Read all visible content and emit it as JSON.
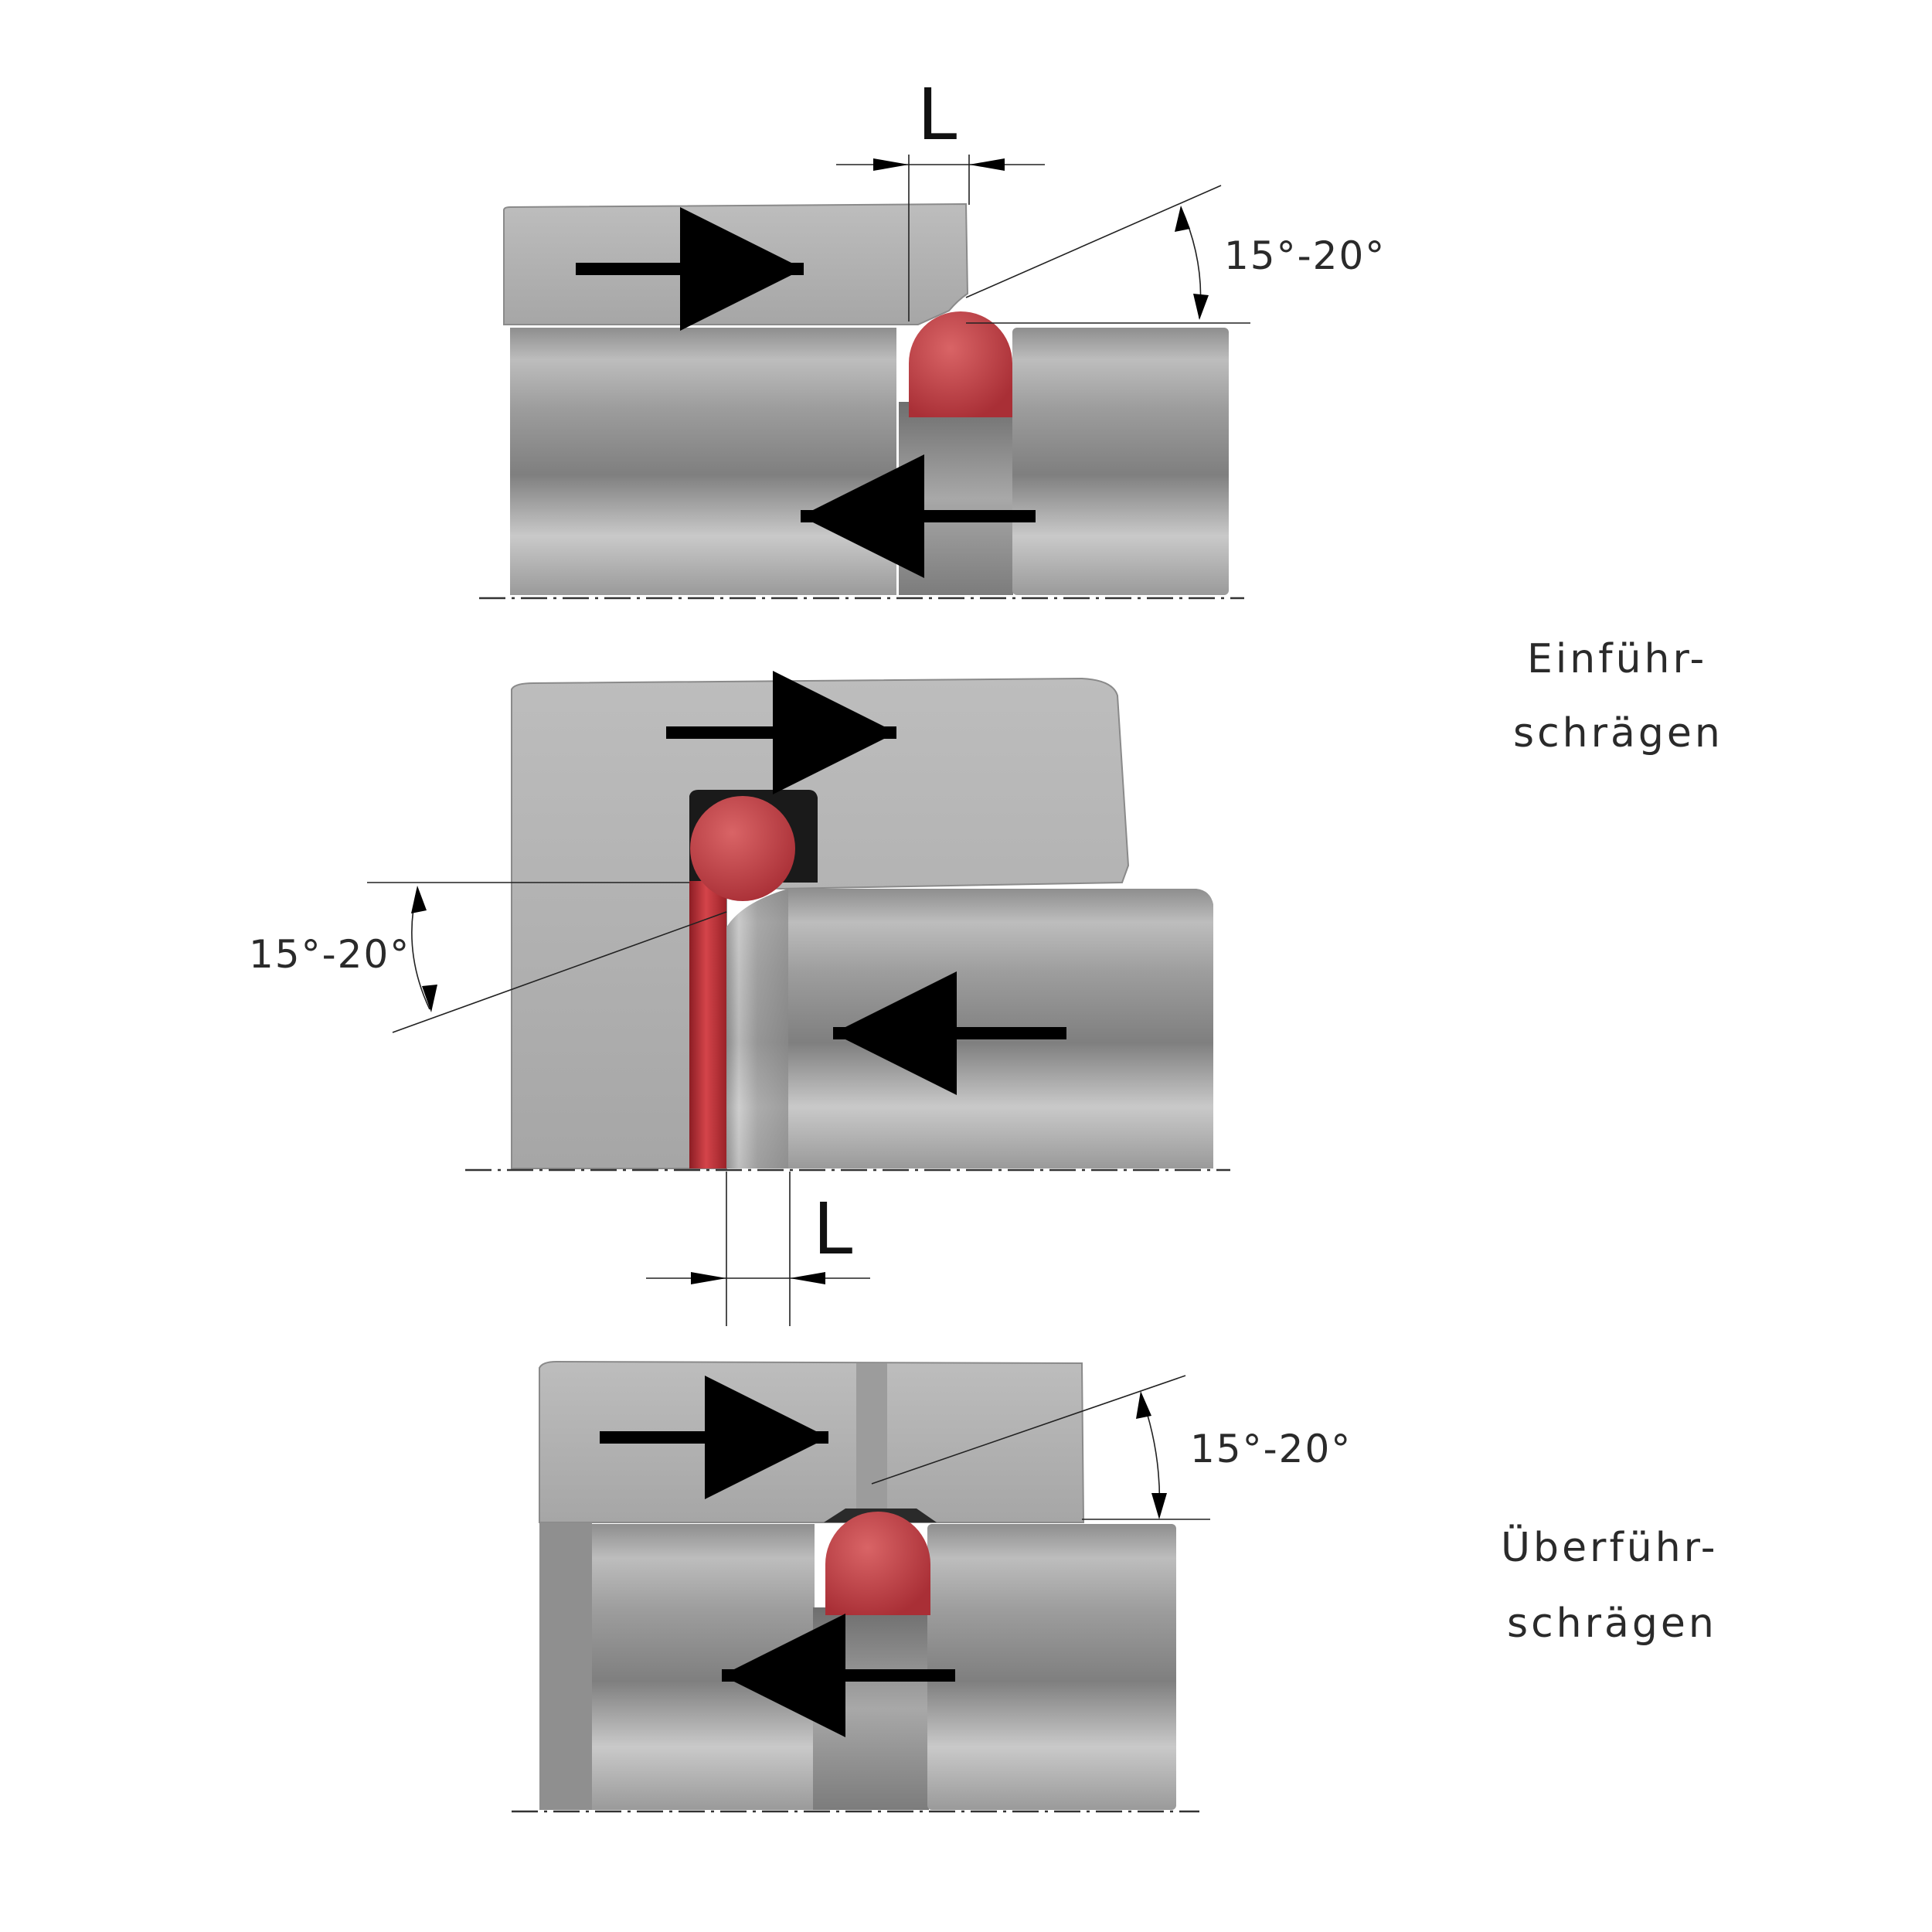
{
  "labels": {
    "insertion_bevel_line1": "Einführ-",
    "insertion_bevel_line2": "schrägen",
    "transfer_bevel_line1": "Überführ-",
    "transfer_bevel_line2": "schrägen"
  },
  "dimensions": {
    "angle_top": "15°-20°",
    "angle_middle": "15°-20°",
    "angle_bottom": "15°-20°",
    "length_top": "L",
    "length_middle": "L"
  },
  "colors": {
    "housing": "#b3b3b3",
    "shaft": "#a9a9a9",
    "oring": "#c8434a",
    "arrow": "#000000"
  }
}
